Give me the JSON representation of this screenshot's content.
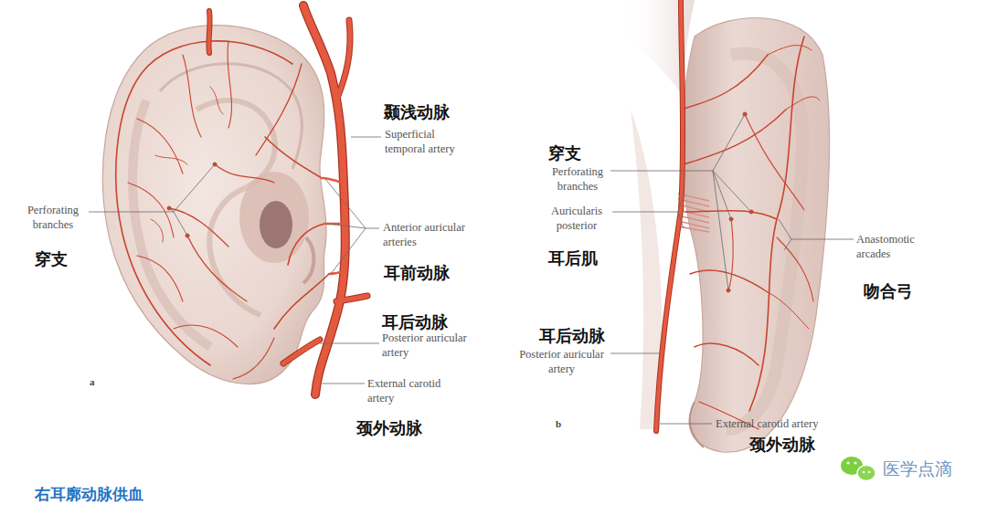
{
  "diagram": {
    "caption": "右耳廓动脉供血",
    "labels": [
      "Perforating branches",
      "穿支",
      "颞浅动脉",
      "Superficial temporal artery",
      "Anterior auricular arteries",
      "耳前动脉",
      "耳后动脉",
      "Posterior auricular artery",
      "External carotid artery",
      "a",
      "颈外动脉",
      "穿支",
      "Perforating branches",
      "Auricularis posterior",
      "耳后肌",
      "耳后动脉",
      "Posterior auricular artery",
      "Anastomotic arcades",
      "吻合弓",
      "b",
      "External carotid artery",
      "颈外动脉",
      "医学点滴"
    ]
  }
}
